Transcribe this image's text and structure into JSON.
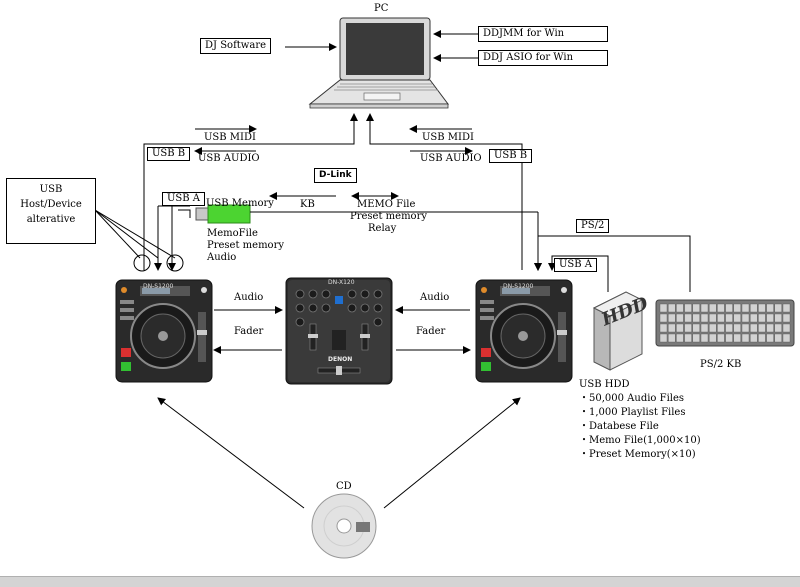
{
  "pc": {
    "title": "PC"
  },
  "software": {
    "dj_software": "DJ Software",
    "ddjmm": "DDJMM for Win",
    "ddj_asio": "DDJ ASIO for Win"
  },
  "usb_links": {
    "left_midi": "USB MIDI",
    "left_audio": "USB AUDIO",
    "right_midi": "USB MIDI",
    "right_audio": "USB AUDIO",
    "left_port": "USB B",
    "right_port": "USB B"
  },
  "host_device": {
    "lines": [
      "USB",
      "Host/Device",
      "alterative"
    ]
  },
  "dlink": {
    "label": "D-Link"
  },
  "memory": {
    "usb_a_left": "USB A",
    "usb_memory": "USB Memory",
    "kb": "KB",
    "memo_file": "MEMO File",
    "preset_memory": "Preset memory",
    "relay": "Relay",
    "contents": [
      "MemoFile",
      "Preset memory",
      "Audio"
    ]
  },
  "mixer_links": {
    "audio_left": "Audio",
    "fader_left": "Fader",
    "audio_right": "Audio",
    "fader_right": "Fader"
  },
  "right_ports": {
    "ps2": "PS/2",
    "usb_a": "USB A"
  },
  "hdd": {
    "icon_text": "HDD",
    "title": "USB HDD",
    "items": [
      "・50,000 Audio Files",
      "・1,000 Playlist Files",
      "・Databese File",
      "・Memo File(1,000×10)",
      "・Preset Memory(×10)"
    ]
  },
  "keyboard": {
    "label": "PS/2 KB"
  },
  "cd": {
    "label": "CD"
  },
  "device_labels": {
    "player": "DN-S1200",
    "mixer": "DN-X120",
    "brand": "DENON"
  }
}
